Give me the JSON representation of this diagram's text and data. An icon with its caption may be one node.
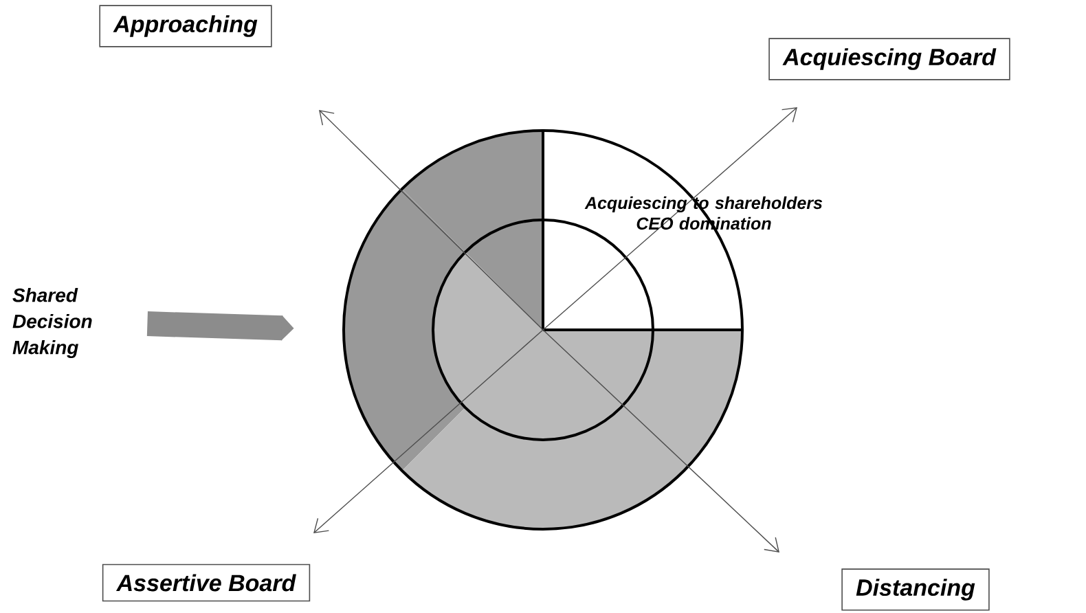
{
  "diagram": {
    "nodes": [
      {
        "text": [
          "Approaching"
        ]
      },
      {
        "text": [
          "Acquiescing Board"
        ]
      },
      {
        "text": [
          "Assertive Board"
        ]
      },
      {
        "text": [
          "Distancing"
        ]
      },
      {
        "text": [],
        "shape": "circle"
      },
      {
        "text": [
          "Shared Decision Making"
        ]
      }
    ],
    "edges": [
      {
        "from": 4,
        "to": 0,
        "arrow": "to"
      },
      {
        "from": 4,
        "to": 1,
        "arrow": "to"
      },
      {
        "from": 4,
        "to": 2,
        "arrow": "to"
      },
      {
        "from": 4,
        "to": 3,
        "arrow": "to"
      },
      {
        "from": 5,
        "to": 4,
        "arrow": "to",
        "style": "thick"
      }
    ],
    "labels": [
      "Acquiescing to shareholders CEO domination"
    ]
  }
}
